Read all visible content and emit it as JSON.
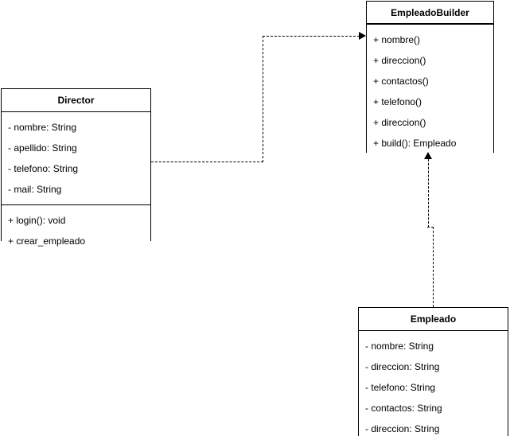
{
  "diagram": {
    "type": "uml-class-diagram",
    "background_color": "#ffffff",
    "line_color": "#000000",
    "text_color": "#000000"
  },
  "classes": {
    "director": {
      "name": "Director",
      "attributes": [
        "- nombre: String",
        "- apellido: String",
        "- telefono: String",
        "- mail: String"
      ],
      "methods": [
        "+ login(): void",
        "+ crear_empleado"
      ]
    },
    "empleado_builder": {
      "name": "EmpleadoBuilder",
      "methods": [
        "+ nombre()",
        "+ direccion()",
        "+ contactos()",
        "+ telefono()",
        "+ direccion()",
        "+ build(): Empleado"
      ]
    },
    "empleado": {
      "name": "Empleado",
      "attributes": [
        "- nombre: String",
        "- direccion: String",
        "- telefono: String",
        "- contactos: String",
        "- direccion: String"
      ]
    }
  },
  "relationships": [
    {
      "id": "director-uses-builder",
      "from": "Director",
      "to": "EmpleadoBuilder",
      "style": "dashed",
      "arrowhead": "filled-triangle",
      "direction": "right"
    },
    {
      "id": "empleado-builds-into-builder",
      "from": "Empleado",
      "to": "EmpleadoBuilder",
      "style": "dashed",
      "arrowhead": "filled-triangle",
      "direction": "up"
    }
  ]
}
